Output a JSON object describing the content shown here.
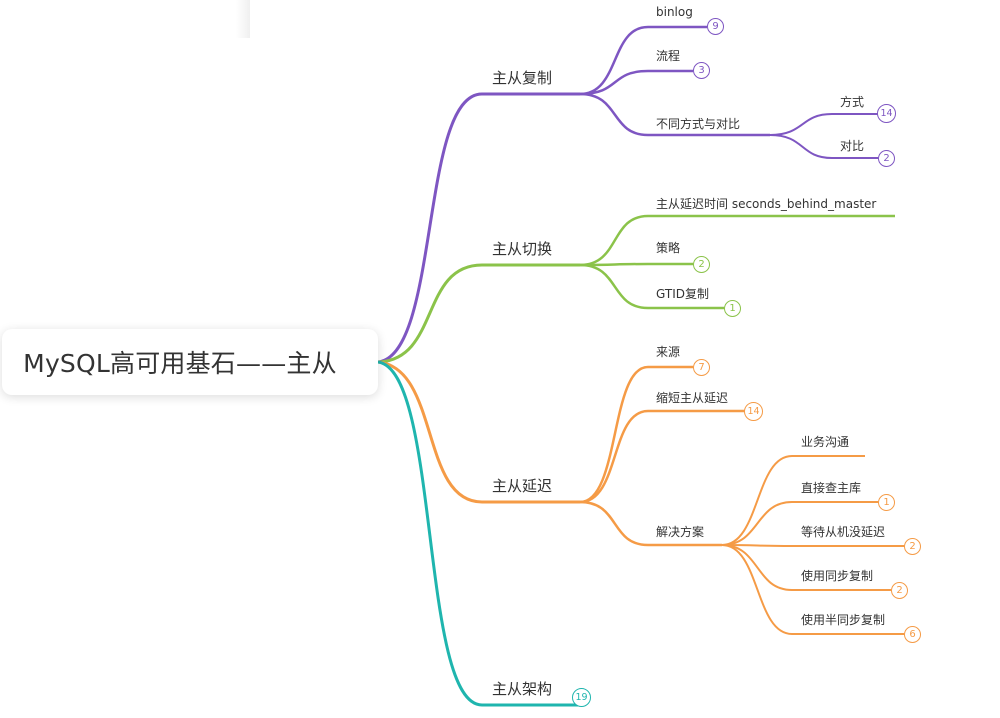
{
  "colors": {
    "purple": "#7e56c2",
    "green": "#8bc34a",
    "orange": "#f59b46",
    "teal": "#1fb5ae",
    "text": "#333333"
  },
  "root": {
    "label": "MySQL高可用基石——主从"
  },
  "branches": {
    "replication": {
      "label": "主从复制",
      "children": {
        "binlog": {
          "label": "binlog",
          "count": "9"
        },
        "flow": {
          "label": "流程",
          "count": "3"
        },
        "methods_compare": {
          "label": "不同方式与对比",
          "children": {
            "methods": {
              "label": "方式",
              "count": "14"
            },
            "compare": {
              "label": "对比",
              "count": "2"
            }
          }
        }
      }
    },
    "switchover": {
      "label": "主从切换",
      "children": {
        "delay_time": {
          "label": "主从延迟时间 seconds_behind_master"
        },
        "strategy": {
          "label": "策略",
          "count": "2"
        },
        "gtid": {
          "label": "GTID复制",
          "count": "1"
        }
      }
    },
    "delay": {
      "label": "主从延迟",
      "children": {
        "source": {
          "label": "来源",
          "count": "7"
        },
        "shorten": {
          "label": "缩短主从延迟",
          "count": "14"
        },
        "solutions": {
          "label": "解决方案",
          "children": {
            "communicate": {
              "label": "业务沟通"
            },
            "query_master": {
              "label": "直接查主库",
              "count": "1"
            },
            "wait_slave": {
              "label": "等待从机没延迟",
              "count": "2"
            },
            "sync_repl": {
              "label": "使用同步复制",
              "count": "2"
            },
            "semi_sync": {
              "label": "使用半同步复制",
              "count": "6"
            }
          }
        }
      }
    },
    "architecture": {
      "label": "主从架构",
      "count": "19"
    }
  }
}
